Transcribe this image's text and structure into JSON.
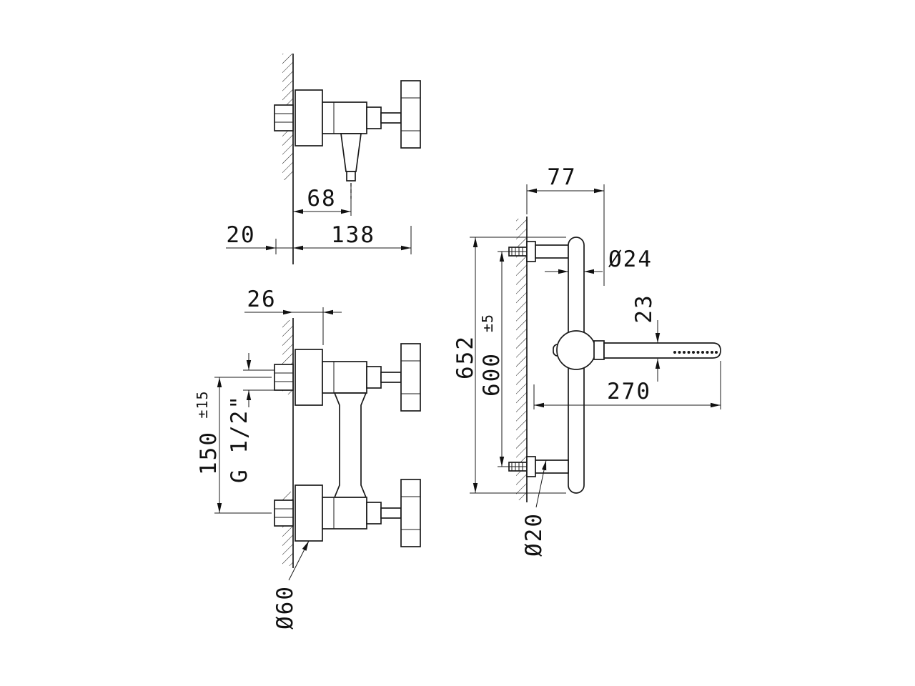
{
  "page": {
    "background": "#ffffff",
    "line_color": "#1a1a1a"
  },
  "drawing": {
    "type": "technical-drawing",
    "subject": "wall-mounted shower mixer with sliding rail and hand shower",
    "views": {
      "side_view": {
        "dims": {
          "d68": "68",
          "d20": "20",
          "d138": "138"
        }
      },
      "front_view": {
        "dims": {
          "d26": "26",
          "d150": "150",
          "d150_tol": "±15",
          "thread": "G 1/2\"",
          "d60": "Ø60"
        }
      },
      "rail_view": {
        "dims": {
          "d77": "77",
          "d24": "Ø24",
          "d23": "23",
          "d652": "652",
          "d600": "600",
          "d600_tol": "±5",
          "d270": "270",
          "d20": "Ø20"
        }
      }
    }
  }
}
